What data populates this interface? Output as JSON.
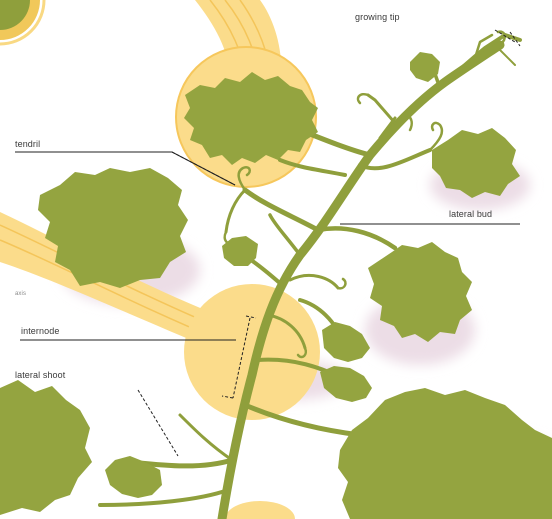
{
  "labels": {
    "growing_tip": "growing tip",
    "tendril": "tendril",
    "lateral_bud": "lateral bud",
    "small_text": "axis",
    "internode": "internode",
    "lateral_shoot": "lateral shoot"
  },
  "colors": {
    "plant_green": "#8f9f3c",
    "leaf_green": "#94a440",
    "highlight_yellow": "#fbdb8a",
    "highlight_stripe": "#f6c75c",
    "shadow_pink": "#ead9e2",
    "line": "#222222"
  }
}
